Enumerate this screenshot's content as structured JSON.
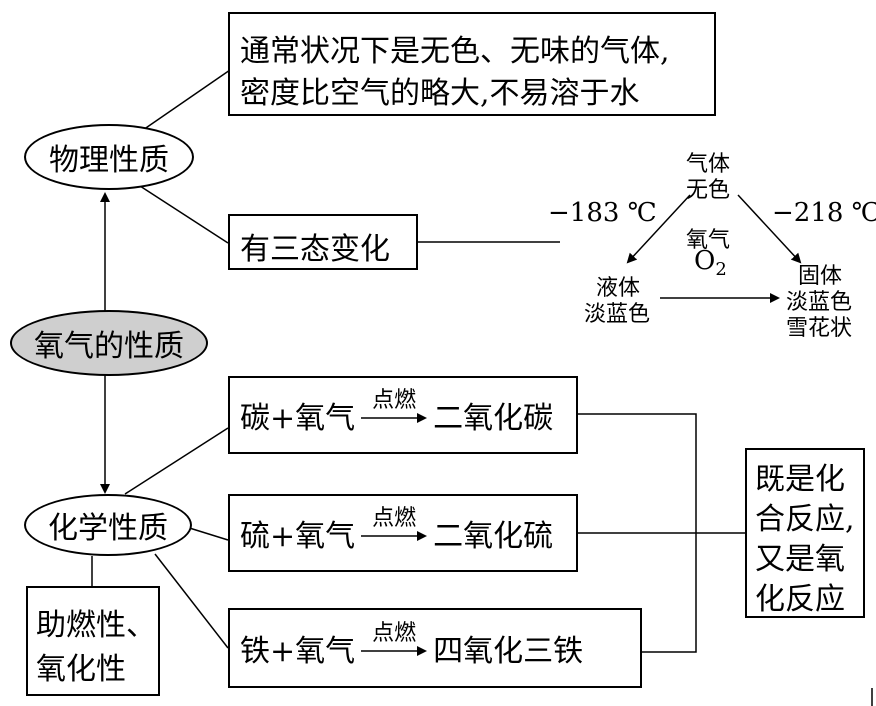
{
  "center_node": "氧气的性质",
  "physical": {
    "label": "物理性质",
    "desc_line1": "通常状况下是无色、无味的气体,",
    "desc_line2": "密度比空气的略大,不易溶于水",
    "three_states": "有三态变化",
    "gas_line1": "气体",
    "gas_line2": "无色",
    "center_line1": "氧气",
    "center_formula": "O",
    "center_sub": "2",
    "liquid_line1": "液体",
    "liquid_line2": "淡蓝色",
    "solid_line1": "固体",
    "solid_line2": "淡蓝色",
    "solid_line3": "雪花状",
    "temp_left": "−183 ℃",
    "temp_right": "−218 ℃"
  },
  "chemical": {
    "label": "化学性质",
    "property_line1": "助燃性、",
    "property_line2": "氧化性",
    "condition": "点燃",
    "reactions": [
      {
        "left": "碳+氧气",
        "right": "二氧化碳"
      },
      {
        "left": "硫+氧气",
        "right": "二氧化硫"
      },
      {
        "left": "铁+氧气",
        "right": "四氧化三铁"
      }
    ],
    "reaction_type_lines": [
      "既是化",
      "合反应,",
      "又是氧",
      "化反应"
    ]
  }
}
